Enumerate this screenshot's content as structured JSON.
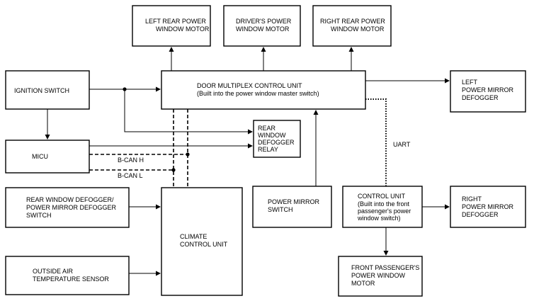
{
  "blocks": {
    "left_rear_motor": [
      "LEFT REAR POWER",
      "WINDOW MOTOR"
    ],
    "drivers_motor": [
      "DRIVER'S POWER",
      "WINDOW MOTOR"
    ],
    "right_rear_motor": [
      "RIGHT REAR POWER",
      "WINDOW MOTOR"
    ],
    "ignition_switch": [
      "IGNITION SWITCH"
    ],
    "door_multiplex": [
      "DOOR MULTIPLEX CONTROL UNIT",
      "(Built into the power window master switch)"
    ],
    "left_mirror_defogger": [
      "LEFT",
      "POWER MIRROR",
      "DEFOGGER"
    ],
    "rear_window_relay": [
      "REAR",
      "WINDOW",
      "DEFOGGER",
      "RELAY"
    ],
    "micu": [
      "MICU"
    ],
    "defogger_switch": [
      "REAR WINDOW DEFOGGER/",
      "POWER MIRROR DEFOGGER",
      "SWITCH"
    ],
    "climate_control": [
      "CLIMATE",
      "CONTROL UNIT"
    ],
    "power_mirror_switch": [
      "POWER MIRROR",
      "SWITCH"
    ],
    "front_control_unit": [
      "CONTROL UNIT",
      "(Built into the front",
      "passenger's power",
      "window switch)"
    ],
    "right_mirror_defogger": [
      "RIGHT",
      "POWER MIRROR",
      "DEFOGGER"
    ],
    "outside_air_sensor": [
      "OUTSIDE AIR",
      "TEMPERATURE SENSOR"
    ],
    "front_passenger_motor": [
      "FRONT PASSENGER'S",
      "POWER WINDOW",
      "MOTOR"
    ]
  },
  "labels": {
    "bcan_h": "B-CAN H",
    "bcan_l": "B-CAN L",
    "uart": "UART"
  }
}
